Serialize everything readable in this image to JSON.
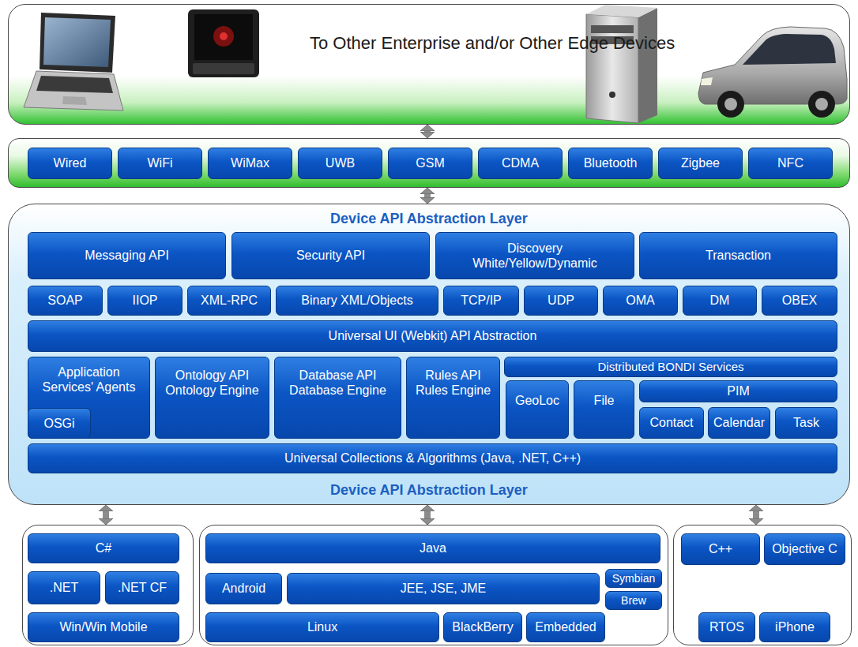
{
  "diagram": {
    "nodes": [
      {
        "text": [
          "To Other Enterprise and/or Other Edge Devices"
        ]
      },
      {
        "text": []
      },
      {
        "text": [
          "Wired"
        ],
        "in": 1
      },
      {
        "text": [
          "WiFi"
        ],
        "in": 1
      },
      {
        "text": [
          "WiMax"
        ],
        "in": 1
      },
      {
        "text": [
          "UWB"
        ],
        "in": 1
      },
      {
        "text": [
          "GSM"
        ],
        "in": 1
      },
      {
        "text": [
          "CDMA"
        ],
        "in": 1
      },
      {
        "text": [
          "Bluetooth"
        ],
        "in": 1
      },
      {
        "text": [
          "Zigbee"
        ],
        "in": 1
      },
      {
        "text": [
          "NFC"
        ],
        "in": 1
      },
      {
        "text": [
          "Device API Abstraction Layer",
          "Device API Abstraction Layer"
        ]
      },
      {
        "text": [
          "Messaging API"
        ],
        "in": 11
      },
      {
        "text": [
          "Security API"
        ],
        "in": 11
      },
      {
        "text": [
          "Discovery",
          "White/Yellow/Dynamic"
        ],
        "in": 11
      },
      {
        "text": [
          "Transaction"
        ],
        "in": 11
      },
      {
        "text": [
          "SOAP"
        ],
        "in": 11
      },
      {
        "text": [
          "IIOP"
        ],
        "in": 11
      },
      {
        "text": [
          "XML-RPC"
        ],
        "in": 11
      },
      {
        "text": [
          "Binary XML/Objects"
        ],
        "in": 11
      },
      {
        "text": [
          "TCP/IP"
        ],
        "in": 11
      },
      {
        "text": [
          "UDP"
        ],
        "in": 11
      },
      {
        "text": [
          "OMA"
        ],
        "in": 11
      },
      {
        "text": [
          "DM"
        ],
        "in": 11
      },
      {
        "text": [
          "OBEX"
        ],
        "in": 11
      },
      {
        "text": [
          "Universal UI (Webkit) API Abstraction"
        ],
        "in": 11
      },
      {
        "text": [
          "Application Services' Agents"
        ],
        "in": 11
      },
      {
        "text": [
          "OSGi"
        ],
        "in": 26
      },
      {
        "text": [
          "Ontology API",
          "Ontology Engine"
        ],
        "in": 11
      },
      {
        "text": [
          "Database API",
          "Database Engine"
        ],
        "in": 11
      },
      {
        "text": [
          "Rules API",
          "Rules Engine"
        ],
        "in": 11
      },
      {
        "text": [
          "Distributed BONDI Services"
        ],
        "in": 11
      },
      {
        "text": [
          "GeoLoc"
        ],
        "in": 11
      },
      {
        "text": [
          "File"
        ],
        "in": 11
      },
      {
        "text": [
          "PIM"
        ],
        "in": 11
      },
      {
        "text": [
          "Contact"
        ],
        "in": 11
      },
      {
        "text": [
          "Calendar"
        ],
        "in": 11
      },
      {
        "text": [
          "Task"
        ],
        "in": 11
      },
      {
        "text": [
          "Universal Collections & Algorithms (Java, .NET, C++)"
        ],
        "in": 11
      },
      {
        "text": []
      },
      {
        "text": [
          "C#"
        ],
        "in": 39
      },
      {
        "text": [
          ".NET"
        ],
        "in": 39
      },
      {
        "text": [
          ".NET CF"
        ],
        "in": 39
      },
      {
        "text": [
          "Win/Win Mobile"
        ],
        "in": 39
      },
      {
        "text": []
      },
      {
        "text": [
          "Java"
        ],
        "in": 44
      },
      {
        "text": [
          "Android"
        ],
        "in": 44
      },
      {
        "text": [
          "JEE, JSE, JME"
        ],
        "in": 44
      },
      {
        "text": [
          "Symbian"
        ],
        "in": 44
      },
      {
        "text": [
          "Brew"
        ],
        "in": 44
      },
      {
        "text": [
          "Linux"
        ],
        "in": 44
      },
      {
        "text": [
          "BlackBerry"
        ],
        "in": 44
      },
      {
        "text": [
          "Embedded"
        ],
        "in": 44
      },
      {
        "text": []
      },
      {
        "text": [
          "C++"
        ],
        "in": 53
      },
      {
        "text": [
          "Objective C"
        ],
        "in": 53
      },
      {
        "text": [
          "RTOS"
        ],
        "in": 53
      },
      {
        "text": [
          "iPhone"
        ],
        "in": 53
      }
    ],
    "edges": [
      {
        "from": 0,
        "to": 1,
        "arrow": "both"
      },
      {
        "from": 1,
        "to": 11,
        "arrow": "both"
      },
      {
        "from": 11,
        "to": 39,
        "arrow": "both"
      },
      {
        "from": 11,
        "to": 44,
        "arrow": "both"
      },
      {
        "from": 11,
        "to": 53,
        "arrow": "both"
      }
    ]
  }
}
